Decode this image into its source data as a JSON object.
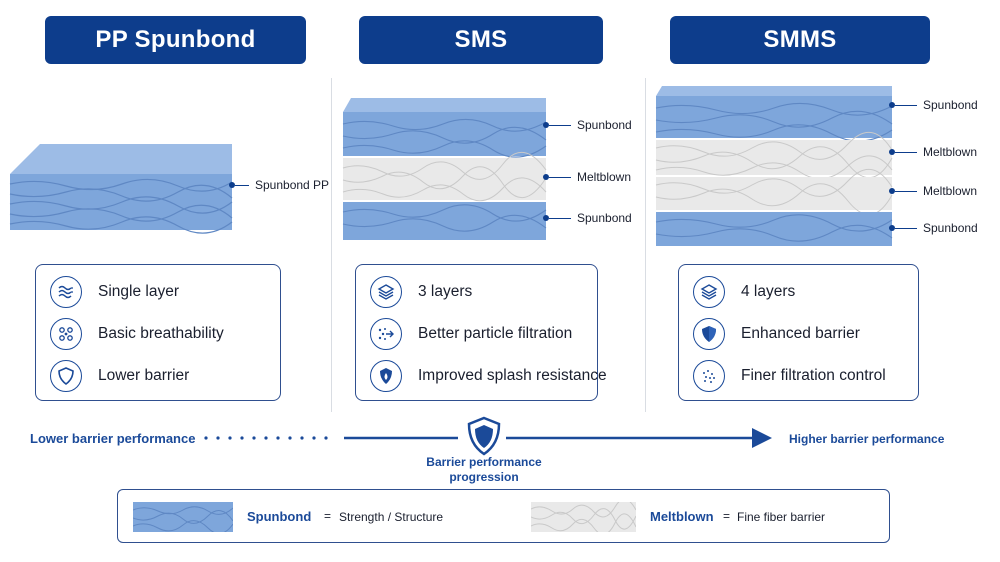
{
  "columns": [
    {
      "title": "PP Spunbond",
      "layers": [
        "Spunbond PP"
      ],
      "features": [
        {
          "icon": "breathability-waves-icon",
          "text": "Single layer"
        },
        {
          "icon": "particles-icon",
          "text": "Basic breathability"
        },
        {
          "icon": "shield-outline-icon",
          "text": "Lower barrier"
        }
      ]
    },
    {
      "title": "SMS",
      "layers": [
        "Spunbond",
        "Meltblown",
        "Spunbond"
      ],
      "features": [
        {
          "icon": "layers-icon",
          "text": "3 layers"
        },
        {
          "icon": "particle-filtration-icon",
          "text": "Better particle filtration"
        },
        {
          "icon": "water-drop-icon",
          "text": "Improved splash resistance"
        }
      ]
    },
    {
      "title": "SMMS",
      "layers": [
        "Spunbond",
        "Meltblown",
        "Meltblown",
        "Spunbond"
      ],
      "features": [
        {
          "icon": "layers-icon",
          "text": "4 layers"
        },
        {
          "icon": "shield-filled-icon",
          "text": "Enhanced barrier"
        },
        {
          "icon": "fine-dots-icon",
          "text": "Finer filtration control"
        }
      ]
    }
  ],
  "progression": {
    "left_label": "Lower barrier performance",
    "right_label": "Higher barrier performance",
    "caption": "Barrier performance progression"
  },
  "legend": [
    {
      "name": "Spunbond",
      "equals": "=",
      "description": "Strength / Structure"
    },
    {
      "name": "Meltblown",
      "equals": "=",
      "description": "Fine fiber barrier"
    }
  ],
  "colors": {
    "title_bg": "#0d3d8c",
    "accent": "#1b4a99",
    "spunbond": "#7ea6db",
    "meltblown": "#e9e9e9"
  }
}
